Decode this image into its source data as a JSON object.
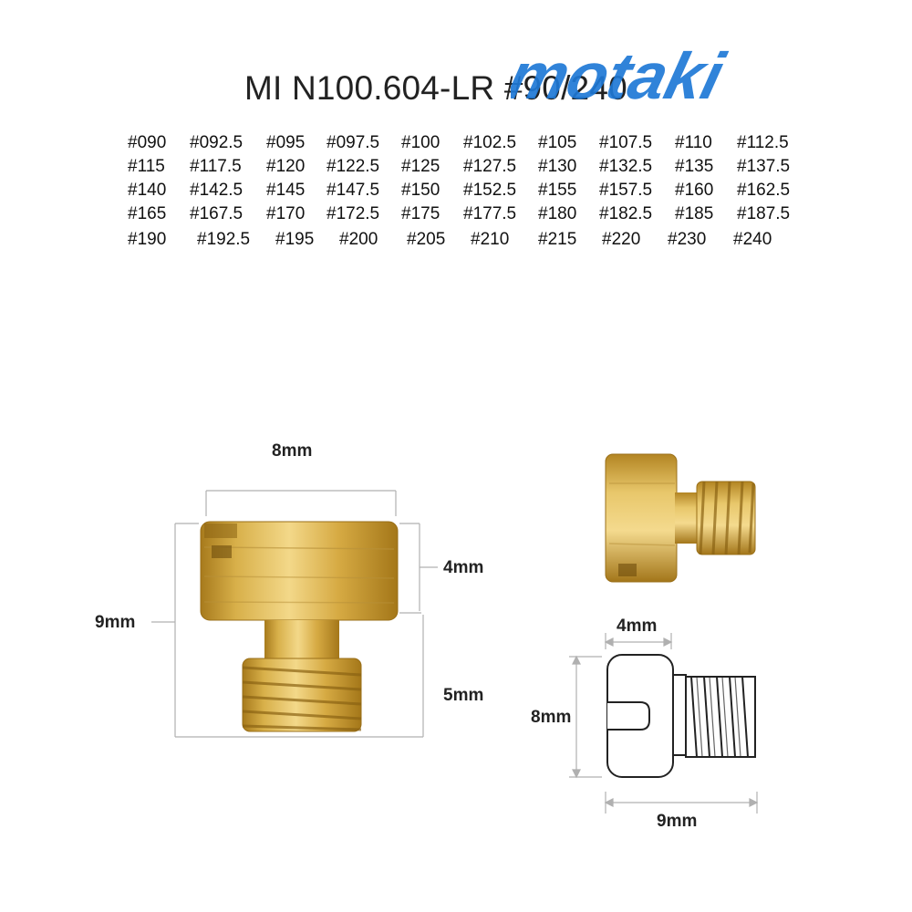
{
  "title": "MI N100.604-LR #90/240",
  "brand": "motaki",
  "colors": {
    "brand_blue": "#1e78d6",
    "brass": "#d9b24a",
    "line_gray": "#b0b0b0"
  },
  "jet_sizes": [
    [
      "#090",
      "#092.5",
      "#095",
      "#097.5",
      "#100",
      "#102.5",
      "#105",
      "#107.5",
      "#110",
      "#112.5"
    ],
    [
      "#115",
      "#117.5",
      "#120",
      "#122.5",
      "#125",
      "#127.5",
      "#130",
      "#132.5",
      "#135",
      "#137.5"
    ],
    [
      "#140",
      "#142.5",
      "#145",
      "#147.5",
      "#150",
      "#152.5",
      "#155",
      "#157.5",
      "#160",
      "#162.5"
    ],
    [
      "#165",
      "#167.5",
      "#170",
      "#172.5",
      "#175",
      "#177.5",
      "#180",
      "#182.5",
      "#185",
      "#187.5"
    ],
    [
      "#190",
      "#192.5",
      "#195",
      "#200",
      "#205",
      "#210",
      "#215",
      "#220",
      "#230",
      "#240"
    ]
  ],
  "photo_dimensions": {
    "head_width": "8mm",
    "head_height": "4mm",
    "total_height": "9mm",
    "thread_length": "5mm"
  },
  "diagram_dimensions": {
    "head_length": "4mm",
    "head_diameter": "8mm",
    "total_length": "9mm"
  }
}
